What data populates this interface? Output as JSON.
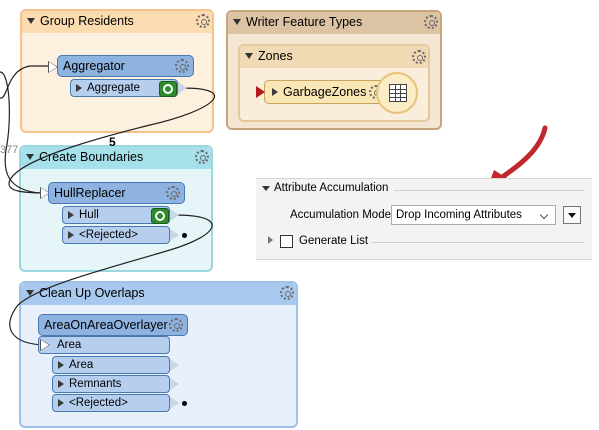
{
  "bookmarks": {
    "group_residents": "Group Residents",
    "writer_feature_types": "Writer Feature Types",
    "zones": "Zones",
    "create_boundaries": "Create Boundaries",
    "clean_up_overlaps": "Clean Up Overlaps"
  },
  "transformers": {
    "aggregator": {
      "name": "Aggregator",
      "ports": [
        "Aggregate"
      ]
    },
    "hullreplacer": {
      "name": "HullReplacer",
      "ports": [
        "Hull",
        "<Rejected>"
      ]
    },
    "areaonareaoverlayer": {
      "name": "AreaOnAreaOverlayer",
      "input": "Area",
      "ports": [
        "Area",
        "Remnants",
        "<Rejected>"
      ]
    }
  },
  "feature_type": {
    "name": "GarbageZones"
  },
  "connections": {
    "count_left": "377",
    "count_middle": "5"
  },
  "panel": {
    "section": "Attribute Accumulation",
    "mode_label": "Accumulation Mode:",
    "mode_value": "Drop Incoming Attributes",
    "generate_list": "Generate List",
    "generate_list_checked": false
  },
  "colors": {
    "annotation_arrow": "#c0282d",
    "orange_bookmark": "#fbdcb0",
    "brown_bookmark": "#dcc3a4",
    "cyan_bookmark": "#a6e0ea",
    "blue_bookmark": "#a9c8ee",
    "transformer": "#8fb3e0"
  }
}
